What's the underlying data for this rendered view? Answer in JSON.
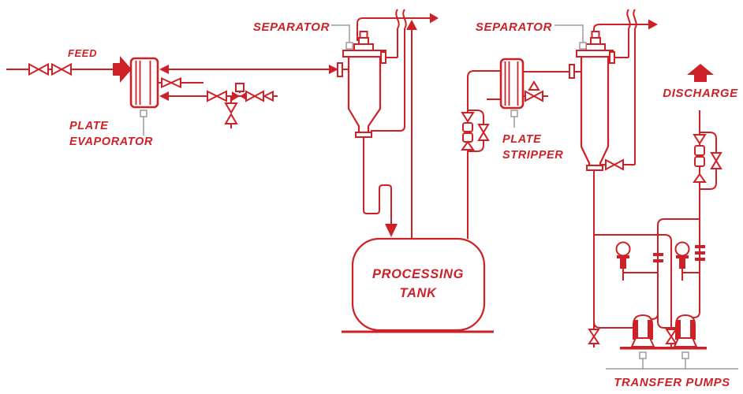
{
  "colors": {
    "accent": "#CE2127",
    "leader_gray": "#9B9B9B",
    "background": "#FFFFFF"
  },
  "labels": {
    "feed": "FEED",
    "plate_evaporator": [
      "PLATE",
      "EVAPORATOR"
    ],
    "separator_left": "SEPARATOR",
    "separator_right": "SEPARATOR",
    "plate_stripper": [
      "PLATE",
      "STRIPPER"
    ],
    "processing_tank": [
      "PROCESSING",
      "TANK"
    ],
    "discharge": "DISCHARGE",
    "transfer_pumps": "TRANSFER PUMPS"
  }
}
